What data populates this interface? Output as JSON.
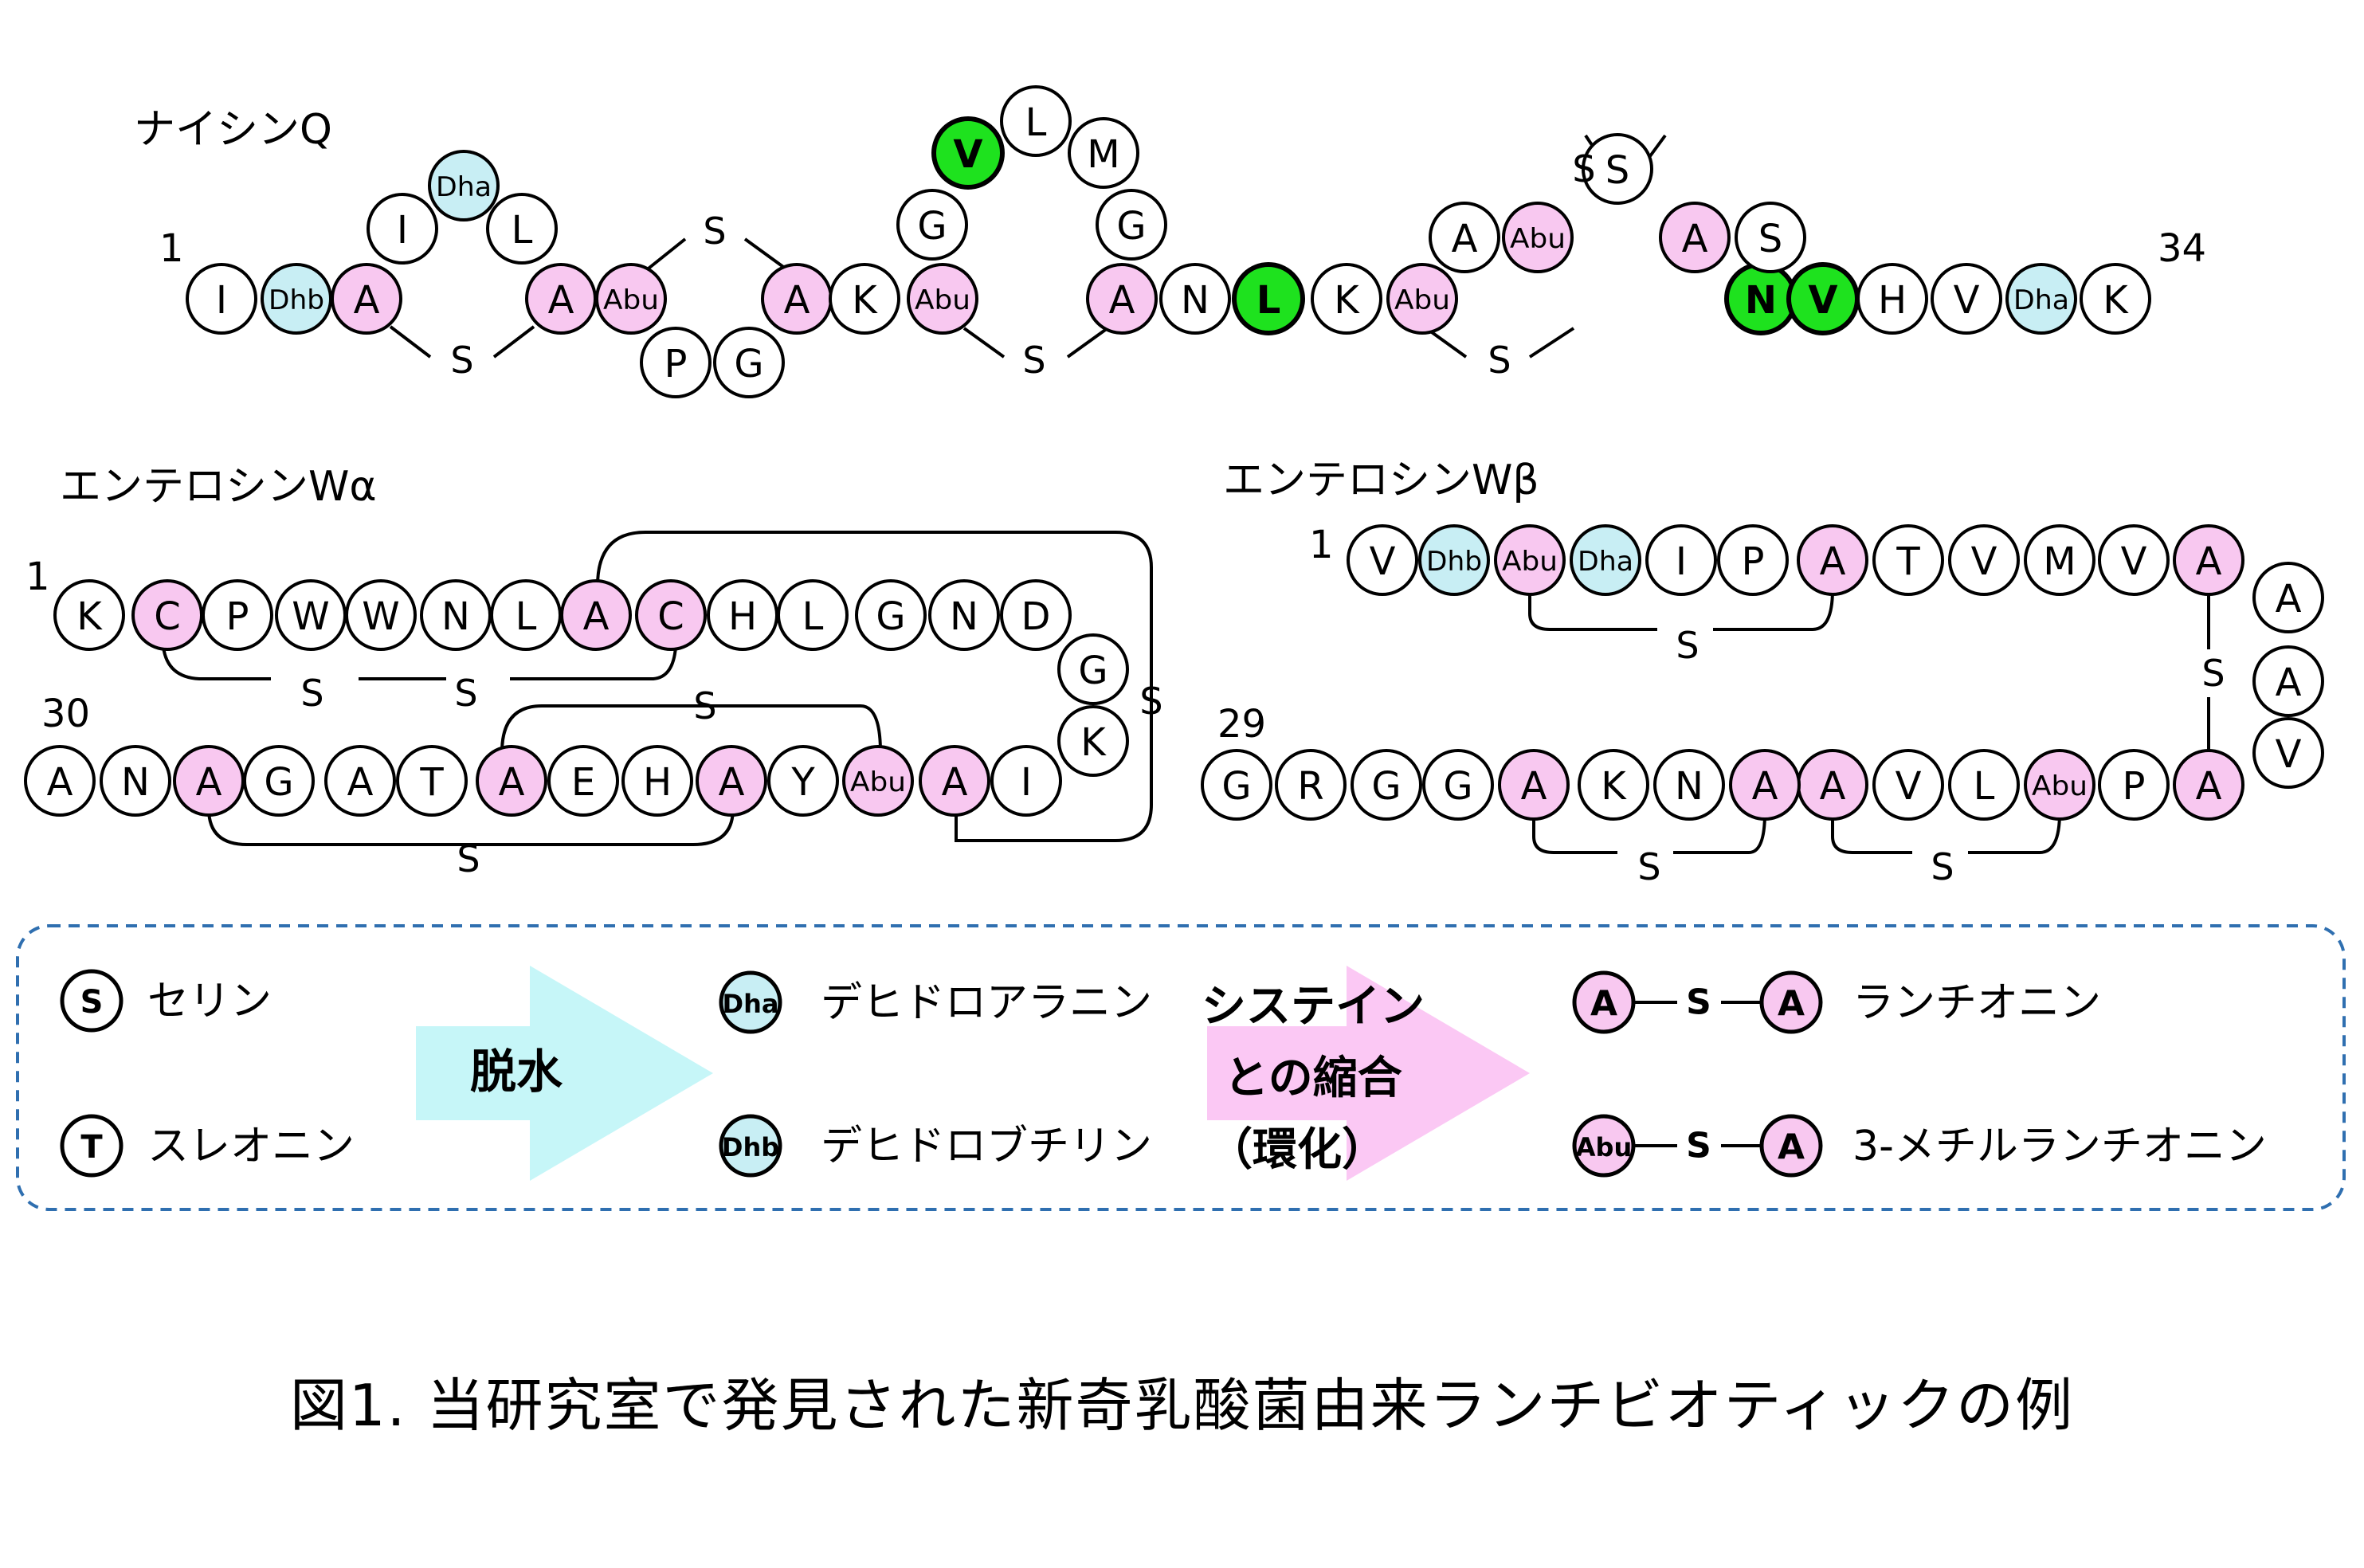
{
  "colors": {
    "plain": "#ffffff",
    "lanthionine": "#f8c8f0",
    "dehydrated": "#c8eef4",
    "highlight": "#1ee21e",
    "outline": "#000000",
    "legend_border": "#2f6fb0",
    "arrow_dehydration": "#c6f6f8",
    "arrow_cyclization": "#fbc8f4"
  },
  "peptides": {
    "nisin_q": {
      "title": "ナイシンQ",
      "start_number": "1",
      "end_number": "34",
      "residues": [
        "I",
        "Dhb",
        "A",
        "I",
        "Dha",
        "L",
        "A",
        "Abu",
        "P",
        "G",
        "A",
        "K",
        "Abu",
        "G",
        "V",
        "L",
        "M",
        "G",
        "A",
        "N",
        "L",
        "K",
        "Abu",
        "A",
        "Abu",
        "S",
        "A",
        "N",
        "S",
        "V",
        "H",
        "V",
        "Dha",
        "K"
      ],
      "residue_types": [
        "plain",
        "dehydrated",
        "lanthionine",
        "plain",
        "dehydrated",
        "plain",
        "lanthionine",
        "lanthionine",
        "plain",
        "plain",
        "lanthionine",
        "plain",
        "lanthionine",
        "plain",
        "highlight",
        "plain",
        "plain",
        "plain",
        "lanthionine",
        "plain",
        "highlight",
        "plain",
        "lanthionine",
        "plain",
        "lanthionine",
        "plain",
        "lanthionine",
        "highlight",
        "plain",
        "highlight",
        "plain",
        "plain",
        "dehydrated",
        "plain"
      ]
    },
    "enterocin_wa": {
      "title": "エンテロシンWα",
      "start_number": "1",
      "end_number": "30",
      "residues": [
        "K",
        "C",
        "P",
        "W",
        "W",
        "N",
        "L",
        "A",
        "C",
        "H",
        "L",
        "G",
        "N",
        "D",
        "G",
        "K",
        "I",
        "A",
        "Abu",
        "Y",
        "A",
        "H",
        "E",
        "A",
        "T",
        "A",
        "G",
        "A",
        "N",
        "A"
      ],
      "residue_types": [
        "plain",
        "lanthionine",
        "plain",
        "plain",
        "plain",
        "plain",
        "plain",
        "lanthionine",
        "lanthionine",
        "plain",
        "plain",
        "plain",
        "plain",
        "plain",
        "plain",
        "plain",
        "plain",
        "lanthionine",
        "lanthionine",
        "plain",
        "lanthionine",
        "plain",
        "plain",
        "lanthionine",
        "plain",
        "plain",
        "plain",
        "lanthionine",
        "plain",
        "plain"
      ]
    },
    "enterocin_wb": {
      "title": "エンテロシンWβ",
      "start_number": "1",
      "end_number": "29",
      "residues": [
        "V",
        "Dhb",
        "Abu",
        "Dha",
        "I",
        "P",
        "A",
        "T",
        "V",
        "M",
        "V",
        "A",
        "A",
        "A",
        "V",
        "A",
        "P",
        "Abu",
        "L",
        "V",
        "A",
        "A",
        "N",
        "K",
        "A",
        "G",
        "G",
        "R",
        "G"
      ],
      "residue_types": [
        "plain",
        "dehydrated",
        "lanthionine",
        "dehydrated",
        "plain",
        "plain",
        "lanthionine",
        "plain",
        "plain",
        "plain",
        "plain",
        "lanthionine",
        "plain",
        "plain",
        "plain",
        "lanthionine",
        "plain",
        "lanthionine",
        "plain",
        "plain",
        "lanthionine",
        "lanthionine",
        "plain",
        "plain",
        "lanthionine",
        "plain",
        "plain",
        "plain",
        "plain"
      ]
    }
  },
  "bridge_label": "S",
  "legend": {
    "serine_symbol": "S",
    "serine_label": "セリン",
    "threonine_symbol": "T",
    "threonine_label": "スレオニン",
    "dehydration_label": "脱水",
    "dha_symbol": "Dha",
    "dha_label": "デヒドロアラニン",
    "dhb_symbol": "Dhb",
    "dhb_label": "デヒドロブチリン",
    "cyclization_line1": "システイン",
    "cyclization_line2": "との縮合",
    "cyclization_line3": "（環化）",
    "lan_left": "A",
    "lan_mid": "S",
    "lan_right": "A",
    "lan_label": "ランチオニン",
    "melan_left": "Abu",
    "melan_mid": "S",
    "melan_right": "A",
    "melan_label": "3-メチルランチオニン"
  },
  "caption": "図1. 当研究室で発見された新奇乳酸菌由来ランチビオティックの例"
}
